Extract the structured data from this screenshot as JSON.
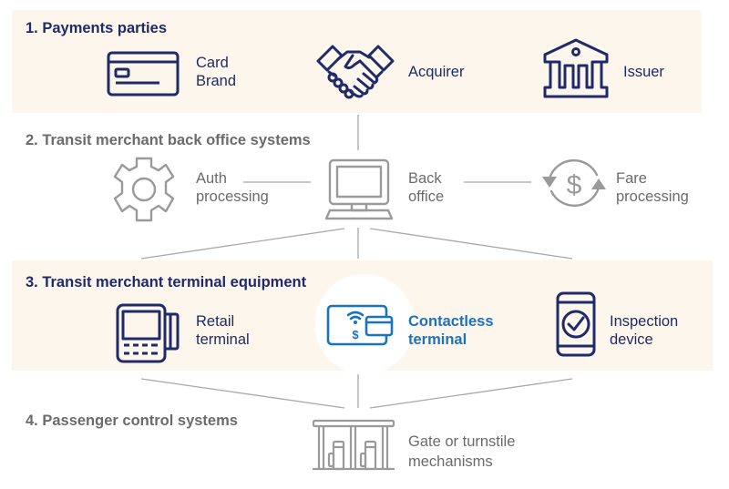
{
  "colors": {
    "navy": "#1f2a6b",
    "grey_icon": "#9a9a9a",
    "grey_text": "#6b6b6b",
    "blue_highlight": "#1a73c2",
    "band_bg": "#fdf6ec"
  },
  "sections": [
    {
      "title": "1. Payments parties",
      "items": [
        {
          "icon": "credit-card-icon",
          "label_line1": "Card",
          "label_line2": "Brand"
        },
        {
          "icon": "handshake-icon",
          "label_line1": "Acquirer",
          "label_line2": ""
        },
        {
          "icon": "bank-icon",
          "label_line1": "Issuer",
          "label_line2": ""
        }
      ]
    },
    {
      "title": "2. Transit merchant back office systems",
      "items": [
        {
          "icon": "gear-icon",
          "label_line1": "Auth",
          "label_line2": "processing"
        },
        {
          "icon": "computer-icon",
          "label_line1": "Back",
          "label_line2": "office"
        },
        {
          "icon": "dollar-cycle-icon",
          "label_line1": "Fare",
          "label_line2": "processing"
        }
      ]
    },
    {
      "title": "3. Transit merchant terminal equipment",
      "items": [
        {
          "icon": "pos-terminal-icon",
          "label_line1": "Retail",
          "label_line2": "terminal"
        },
        {
          "icon": "contactless-terminal-icon",
          "label_line1": "Contactless",
          "label_line2": "terminal",
          "highlighted": true
        },
        {
          "icon": "phone-check-icon",
          "label_line1": "Inspection",
          "label_line2": "device"
        }
      ]
    },
    {
      "title": "4. Passenger control systems",
      "items": [
        {
          "icon": "turnstile-gate-icon",
          "label_line1": "Gate or turnstile",
          "label_line2": "mechanisms"
        }
      ]
    }
  ]
}
